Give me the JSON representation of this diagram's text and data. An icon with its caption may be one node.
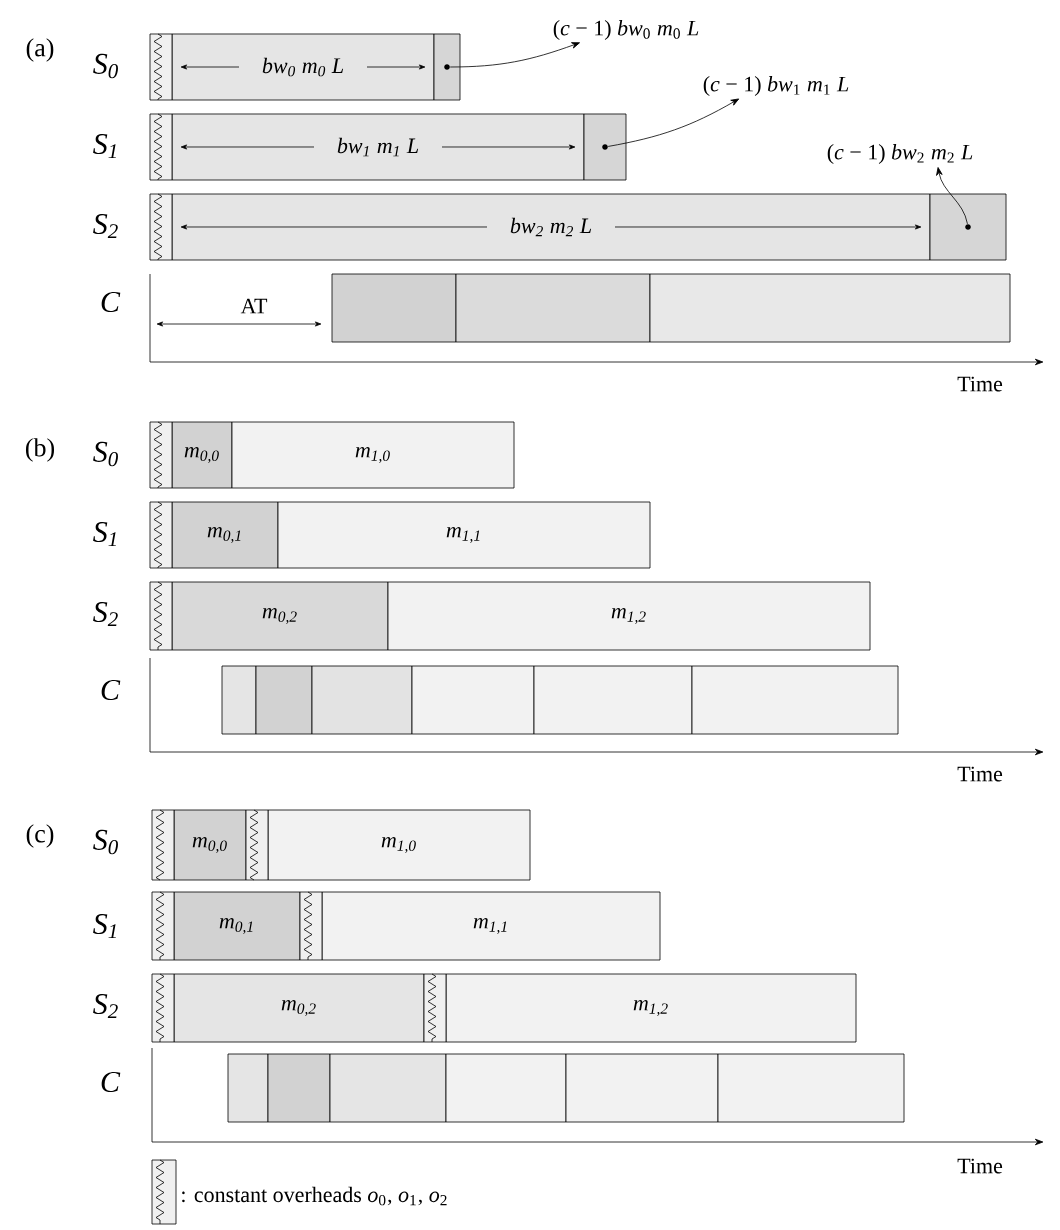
{
  "diagram": {
    "nodes": [
      {
        "text": [
          "(*c* − 1) *bw*$_{0}$ *m*$_{0}$ *L*"
        ]
      },
      {
        "text": [
          "(*c* − 1) *bw*$_{1}$ *m*$_{1}$ *L*"
        ]
      },
      {
        "text": [
          "(*c* − 1) *bw*$_{2}$ *m*$_{2}$ *L*"
        ]
      },
      {
        "text": [
          "bw$_{0}$ m$_{0}$ L"
        ]
      },
      {
        "text": [],
        "shape": "box"
      },
      {
        "text": [
          "bw$_{1}$ m$_{1}$ L"
        ]
      },
      {
        "text": [],
        "shape": "box"
      },
      {
        "text": [
          "bw$_{2}$ m$_{2}$ L"
        ]
      },
      {
        "text": [],
        "shape": "box"
      },
      {
        "text": [],
        "shape": "box"
      },
      {
        "text": [],
        "shape": "box"
      },
      {
        "text": [],
        "shape": "box"
      },
      {
        "text": [
          "m$_{0,0}$"
        ]
      },
      {
        "text": [
          "m$_{1,0}$"
        ]
      },
      {
        "text": [
          "m$_{0,1}$"
        ]
      },
      {
        "text": [
          "m$_{1,1}$"
        ]
      },
      {
        "text": [
          "m$_{0,2}$"
        ]
      },
      {
        "text": [
          "m$_{1,2}$"
        ]
      },
      {
        "text": [],
        "shape": "box"
      },
      {
        "text": [],
        "shape": "box"
      },
      {
        "text": [],
        "shape": "box"
      },
      {
        "text": [],
        "shape": "box"
      },
      {
        "text": [],
        "shape": "box"
      },
      {
        "text": [],
        "shape": "box"
      },
      {
        "text": [
          "m$_{0,0}$"
        ]
      },
      {
        "text": [
          "m$_{1,0}$"
        ]
      },
      {
        "text": [
          "m$_{0,1}$"
        ]
      },
      {
        "text": [
          "m$_{1,1}$"
        ]
      },
      {
        "text": [
          "m$_{0,2}$"
        ]
      },
      {
        "text": [
          "m$_{1,2}$"
        ]
      },
      {
        "text": [],
        "shape": "box"
      },
      {
        "text": [],
        "shape": "box"
      },
      {
        "text": [],
        "shape": "box"
      },
      {
        "text": [],
        "shape": "box"
      },
      {
        "text": [],
        "shape": "box"
      },
      {
        "text": [],
        "shape": "box"
      }
    ],
    "edges": [
      {
        "from": 4,
        "to": 0,
        "arrow": "to"
      },
      {
        "from": 6,
        "to": 1,
        "arrow": "to"
      },
      {
        "from": 8,
        "to": 2,
        "arrow": "to"
      }
    ],
    "labels": [
      "(a)",
      "S$_{0}$",
      "S$_{1}$",
      "S$_{2}$",
      "C",
      "AT",
      "Time",
      "(b)",
      "S$_{0}$",
      "S$_{1}$",
      "S$_{2}$",
      "C",
      "Time",
      "(c)",
      "S$_{0}$",
      "S$_{1}$",
      "S$_{2}$",
      "C",
      "Time"
    ],
    "legend": [
      {
        "text": ": constant overheads *o*$_{0}$, *o*$_{1}$, *o*$_{2}$"
      }
    ]
  }
}
